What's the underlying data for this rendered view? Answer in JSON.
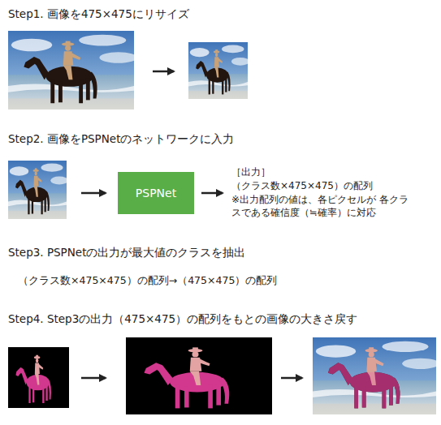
{
  "diagram": {
    "nodes": [
      {
        "text": [
          "PSPNet"
        ]
      }
    ],
    "labels": [
      "Step1. 画像を475×475にリサイズ",
      "Step2. 画像をPSPNetのネットワークに入力",
      "［出力］",
      "（クラス数×475×475）の配列",
      "※出力配列の値は、各ピクセルが 各クラスである確信度（≒確率）に対応",
      "Step3. PSPNetの出力が最大値のクラスを抽出",
      "（クラス数×475×475）の配列→（475×475）の配列",
      "Step4. Step3の出力（475×475）の配列をもとの画像の大きさ戻す"
    ]
  }
}
